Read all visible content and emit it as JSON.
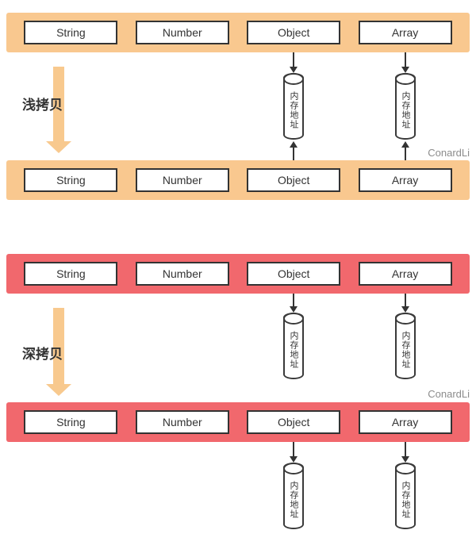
{
  "watermark": "ConardLi",
  "memory_label": "内存地址",
  "colors": {
    "shallow_bar": "#f9c88f",
    "deep_bar": "#f1686d",
    "big_arrow": "#f8c98e",
    "box_border": "#333333",
    "watermark_text": "#8c8c8c"
  },
  "shallow": {
    "label": "浅拷贝",
    "row1": [
      "String",
      "Number",
      "Object",
      "Array"
    ],
    "row2": [
      "String",
      "Number",
      "Object",
      "Array"
    ]
  },
  "deep": {
    "label": "深拷贝",
    "row1": [
      "String",
      "Number",
      "Object",
      "Array"
    ],
    "row2": [
      "String",
      "Number",
      "Object",
      "Array"
    ]
  }
}
